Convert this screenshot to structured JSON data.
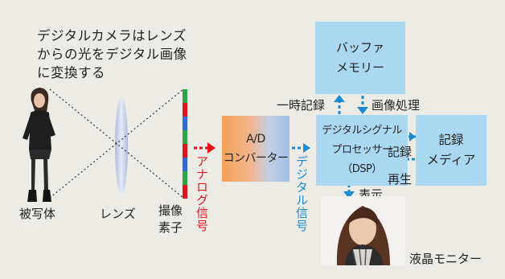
{
  "intro_text": "デジタルカメラはレンズ\nからの光をデジタル画像\nに変換する",
  "labels": {
    "subject": "被写体",
    "lens": "レンズ",
    "sensor": "撮像\n素子",
    "analog_signal": "アナログ信号",
    "digital_signal": "デジタル信号",
    "temp_record": "一時記録",
    "image_processing": "画像処理",
    "record": "記録",
    "playback": "再生",
    "display": "表示",
    "lcd_monitor": "液晶モニター"
  },
  "boxes": {
    "buffer_memory": "バッファ\nメモリー",
    "ad_converter": "A/D\nコンバーター",
    "dsp": "デジタルシグナル\nプロセッサー\n（DSP）",
    "recording_media": "記録\nメディア"
  },
  "colors": {
    "background": "#ecebe6",
    "box_blue": "#a9d8f0",
    "arrow_blue": "#1b8ad1",
    "arrow_red": "#e2141b",
    "ad_orange": "#f2a258"
  }
}
